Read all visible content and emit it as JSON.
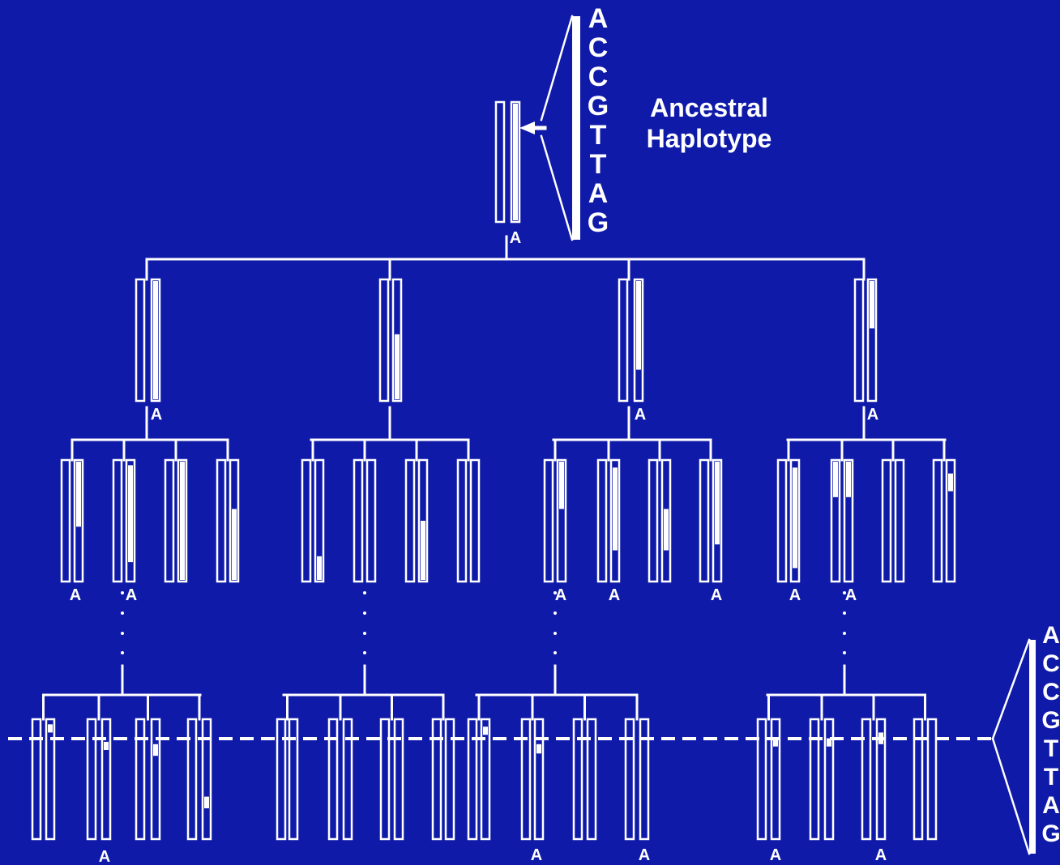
{
  "background_color": "#0f1aa8",
  "line_color": "#ffffff",
  "title": {
    "line1": "Ancestral",
    "line2": "Haplotype"
  },
  "sequence_top": [
    "A",
    "C",
    "C",
    "G",
    "T",
    "T",
    "A",
    "G"
  ],
  "sequence_bottom": [
    "A",
    "C",
    "C",
    "G",
    "T",
    "T",
    "A",
    "G"
  ],
  "allele_mark": "A",
  "generations": [
    {
      "name": "ancestor",
      "count": 1
    },
    {
      "name": "generation-1",
      "count": 4
    },
    {
      "name": "generation-2",
      "count": 16
    },
    {
      "name": "generation-n",
      "count": 16
    }
  ]
}
